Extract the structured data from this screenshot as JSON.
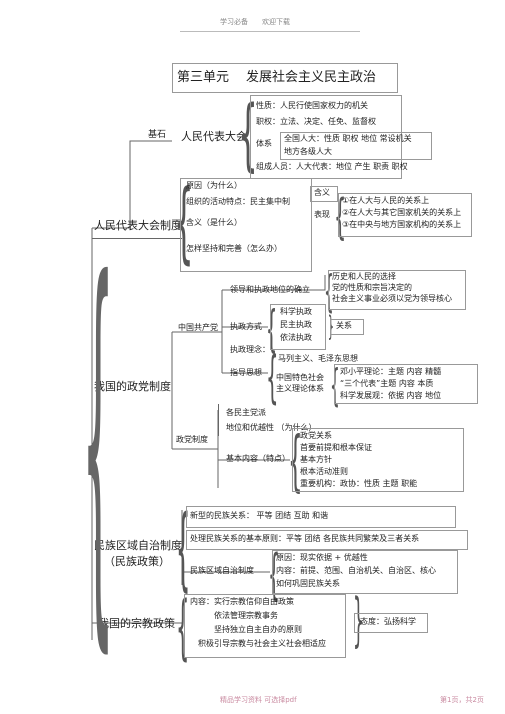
{
  "header": {
    "left": "学习必备",
    "right": "欢迎下载"
  },
  "unit": {
    "label": "第三单元",
    "title": "发展社会主义民主政治"
  },
  "root": {
    "npc_system": "人民代表大会制度",
    "party_system": "我国的政党制度",
    "ethnic_policy_line1": "民族区域自治制度",
    "ethnic_policy_line2": "（民族政策）",
    "religion_policy": "我国的宗教政策"
  },
  "npc": {
    "foundation_label": "基石",
    "npc_label": "人民代表大会",
    "nature": "性质：人民行使国家权力的机关",
    "powers": "职权：立法、决定、任免、监督权",
    "system_label": "体系",
    "system_line1": "全国人大：性质      职权  地位  常设机关",
    "system_line2": "地方各级人大",
    "composition": "组成人员：人大代表：地位        产生  职责     职权",
    "reason": "原因（为什么）",
    "principle": "组织的活动特点：民主集中制",
    "meaning_label": "含义",
    "manifest_label": "表现",
    "manifest_items": [
      "①在人大与人民的关系上",
      "②在人大与其它国家机关的关系上",
      "③在中央与地方国家机构的关系上"
    ],
    "definition": "含义（是什么）",
    "adherence": "怎样坚持和完善（怎么办）"
  },
  "party": {
    "cpc_label": "中国共产党",
    "ruling_status": "领导和执政地位的确立",
    "ruling_reasons": [
      "历史和人民的选择",
      "党的性质和宗旨决定的",
      "社会主义事业必须以党为领导核心"
    ],
    "ruling_mode_label": "执政方式",
    "ruling_modes": [
      "科学执政",
      "民主执政",
      "依法执政"
    ],
    "relation_label": "关系",
    "ruling_concept": "执政理念：",
    "guiding_label": "指导思想",
    "guiding_marx": "马列主义、毛泽东思想",
    "guiding_system_line1": "中国特色社会",
    "guiding_system_line2": "主义理论体系",
    "theory_rows": [
      "邓小平理论：主题     内容   精髓",
      "“三个代表”主题     内容   本质",
      "科学发展观：依据     内容   地位"
    ],
    "system_label": "政党制度",
    "democratic_parties": "各民主党派",
    "status_role": "地位和优越性     （为什么）",
    "content_label": "基本内容（特点）",
    "content_items": [
      "政党关系",
      "首要前提和根本保证",
      "基本方针",
      "根本活动准则",
      "重要机构：政协：性质     主题    职能"
    ]
  },
  "ethnic": {
    "new_relations": "新型的民族关系：   平等   团结   互助   和谐",
    "principles": "处理民族关系的基本原则：平等       团结       各民族共同繁荣及三者关系",
    "autonomy_label": "民族区域自治制度",
    "autonomy_items": [
      "原因：现实依据    + 优越性",
      "内容：前提、范围、自治机关、自治区、核心",
      "如何巩固民族关系"
    ]
  },
  "religion": {
    "items": [
      "内容：实行宗教信仰自由政策",
      "依法管理宗教事务",
      "坚持独立自主自办的原则",
      "积极引导宗教与社会主义社会相适应"
    ],
    "attitude": "态度：弘扬科学"
  },
  "footer": {
    "left": "精品学习资料   可选择pdf",
    "right": "第1页，共2页"
  }
}
